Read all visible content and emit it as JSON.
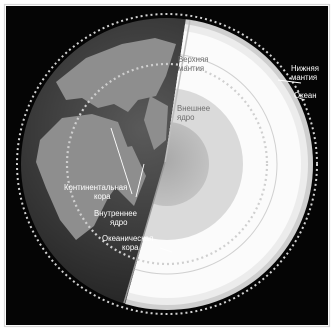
{
  "labels": {
    "upper_mantle": [
      "Верхняя",
      "мантия"
    ],
    "lower_mantle": [
      "Нижняя",
      "мантия"
    ],
    "ocean": "Океан",
    "outer_core": [
      "Внешнее",
      "ядро"
    ],
    "continental_crust": [
      "Континентальная",
      "кора"
    ],
    "inner_core": [
      "Внутреннее",
      "ядро"
    ],
    "oceanic_crust": [
      "Океаническая",
      "кора"
    ]
  },
  "colors": {
    "background": "#050505",
    "frame": "#d8d8d8",
    "globe": "#3b3b3b",
    "land": "#8e8e8e",
    "crust": "#cfcfcf",
    "upper_mantle": "#fbfbfb",
    "lower_mantle": "#ececec",
    "outer_core": "#dadada",
    "inner_core": "#b9b9b9",
    "dotted_outline": "#d2d2d2",
    "leader": "#ffffff"
  }
}
